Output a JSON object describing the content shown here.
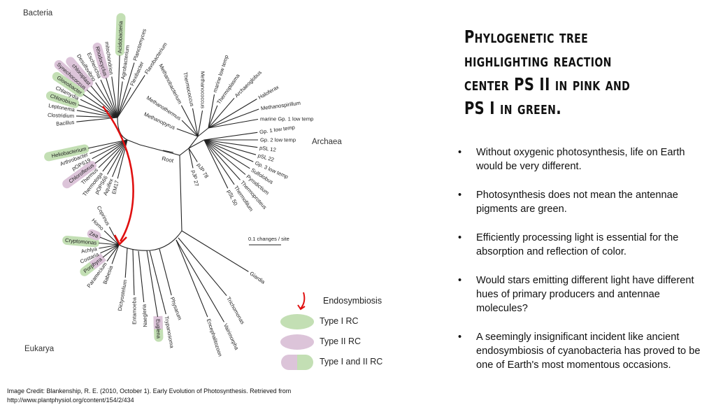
{
  "slide": {
    "title_lines": [
      "Phylogenetic tree",
      "highlighting reaction",
      "center PS II in pink and",
      "PS I in green."
    ],
    "bullets": [
      "Without oxygenic photosynthesis, life on Earth would be very different.",
      "Photosynthesis does not mean the antennae pigments are green.",
      "Efficiently processing light is essential for the absorption and reflection of color.",
      "Would stars emitting different light have different hues of primary producers and antennae molecules?",
      "A seemingly insignificant incident like ancient endosymbiosis of cyanobacteria has proved to be one of Earth's most momentous occasions."
    ],
    "bullet_symbol": "•",
    "caption": [
      "Image Credit: Blankenship, R. E. (2010, October 1). Early Evolution of Photosynthesis. Retrieved from",
      "http://www.plantphysiol.org/content/154/2/434"
    ]
  },
  "tree": {
    "groups": {
      "bacteria": "Bacteria",
      "archaea": "Archaea",
      "eukarya": "Eukarya"
    },
    "root": "Root",
    "scale": "0.1 changes / site",
    "leaves": {
      "bacteria": [
        "Acidobacteria",
        "mitochondrion",
        "Agrobacterium",
        "Planctomyces",
        "Flexibacter",
        "Flavobacterium",
        "Rhodocyclus",
        "Escherichia",
        "Desulfovibrio",
        "chloroplast",
        "Synechococcus",
        "Gloeobacter",
        "Chlamydia",
        "Chlorobium",
        "Leptonema",
        "Clostridium",
        "Bacillus",
        "Heliobacterium",
        "Arthrobacter",
        "pOPS19",
        "Thermus",
        "Chloroflexus",
        "Thermotoga",
        "pOPS66",
        "Aquifex",
        "EM17"
      ],
      "archaea": [
        "Methanopyrus",
        "Methanothermus",
        "Methanobacterium",
        "Thermococcus",
        "Methanococcus",
        "marine low temp",
        "Thermoplasma",
        "Archaeoglobus",
        "Haloferax",
        "Methanospirillum",
        "marine Gp. 1 low temp",
        "Gp. 1 low temp",
        "Gp. 2 low temp",
        "pSL 12",
        "pSL 22",
        "Gp. 3 low temp",
        "Sulfolobus",
        "Pyrodictium",
        "Thermoproteus",
        "Thermofilum",
        "pSL 50",
        "pJP 78",
        "pJP 27"
      ],
      "eukarya": [
        "Giardia",
        "Trichomonas",
        "Vairimorpha",
        "Encephalitozoon",
        "Physarum",
        "Trypanosoma",
        "Euglena",
        "Naegleria",
        "Entamoeba",
        "Dictyostelium",
        "Babesia",
        "Paramecium",
        "Porphyra",
        "Costaria",
        "Achlya",
        "Cryptomonas",
        "Zea",
        "Homo",
        "Coprinus"
      ]
    }
  },
  "legend": {
    "endosymbiosis": "Endosymbiosis",
    "items": [
      "Type I RC",
      "Type II RC",
      "Type I and II RC"
    ]
  },
  "colors": {
    "type1_green": "#c3dfb4",
    "type2_pink": "#dcc4d9",
    "arrow_red": "#e01010",
    "branch": "#222222"
  }
}
